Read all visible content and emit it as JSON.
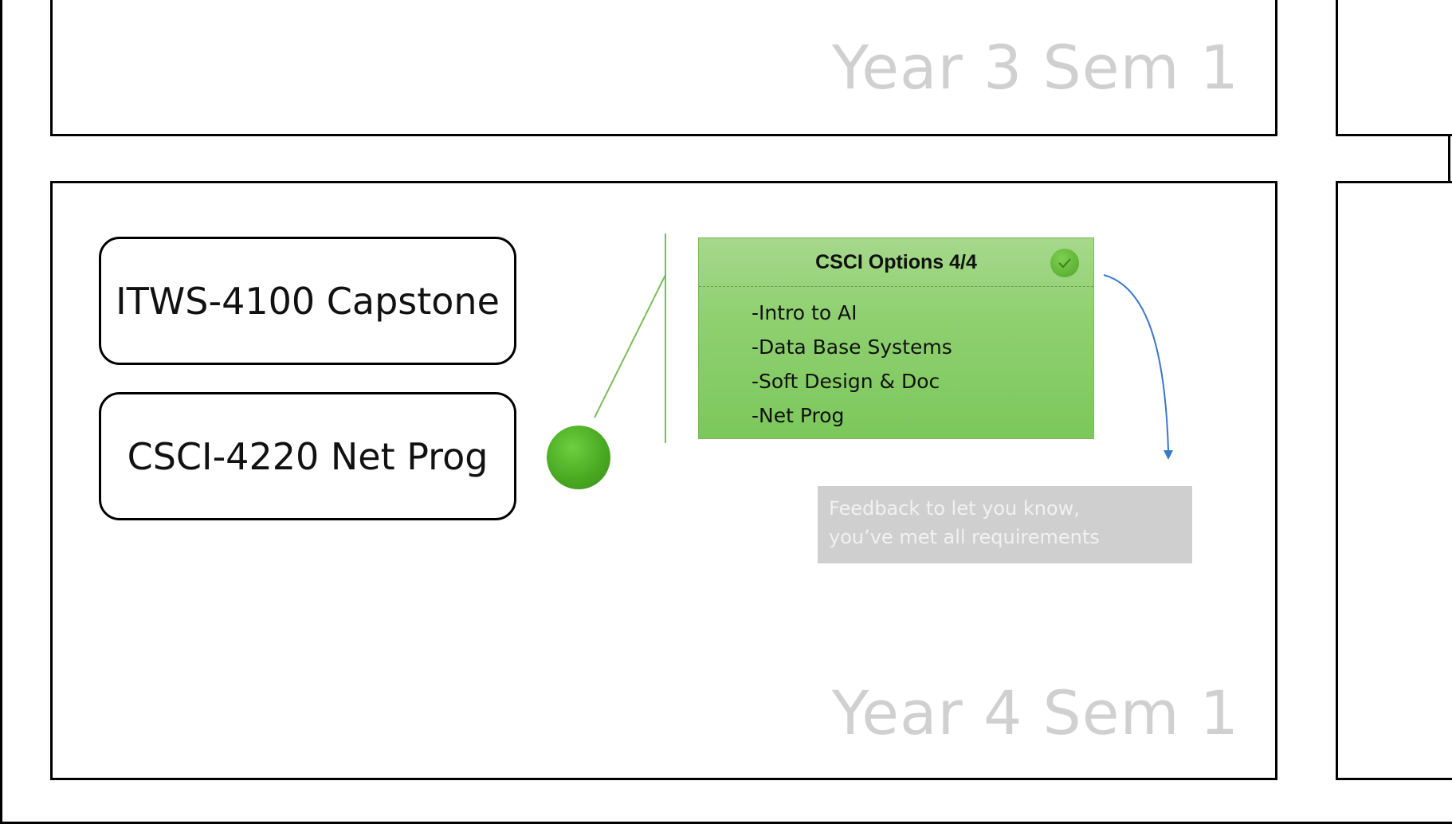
{
  "semesters": {
    "top_label": "Year 3 Sem 1",
    "bottom_label": "Year 4 Sem 1"
  },
  "courses": [
    {
      "label": "ITWS-4100 Capstone"
    },
    {
      "label": "CSCI-4220 Net Prog"
    }
  ],
  "options_card": {
    "title": "CSCI Options 4/4",
    "items": [
      "-Intro to AI",
      "-Data Base Systems",
      "-Soft Design & Doc",
      "-Net Prog"
    ]
  },
  "feedback": {
    "lines": [
      "Feedback to let you know,",
      "you’ve met all requirements"
    ]
  },
  "colors": {
    "status_green": "#4aaa22",
    "card_green": "#8fd070",
    "arrow_blue": "#3a78c8",
    "feedback_gray": "#cfcfcf",
    "label_gray": "#d0d0d0"
  }
}
